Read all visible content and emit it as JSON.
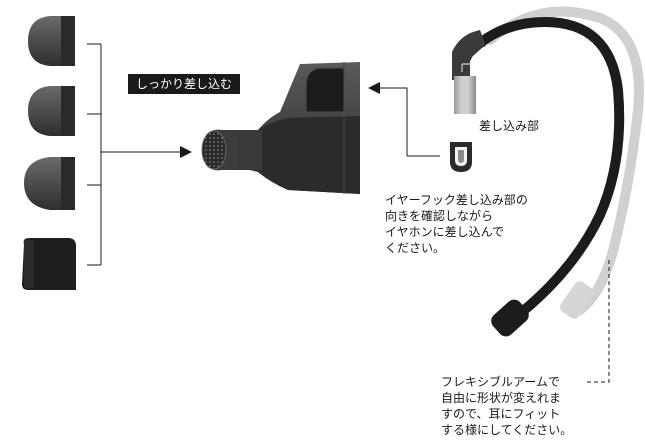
{
  "labels": {
    "insert_firmly": "しっかり差し込む",
    "insert_part": "差し込み部",
    "instruction_lines": [
      "イヤーフック差し込み部の",
      "向きを確認しながら",
      "イヤホンに差し込んで",
      "ください。"
    ],
    "arm_note_lines": [
      "フレキシブルアームで",
      "自由に形状が変えれま",
      "すので、耳にフィット",
      "する様にしてください。"
    ]
  },
  "colors": {
    "ink": "#1a1a1a",
    "tip_dark": "#3a3a3a",
    "tip_mid": "#555555",
    "hook_black": "#1c1c1c",
    "hook_grey": "#cfcfcf"
  },
  "icons": [
    "ear-tip-icon",
    "earphone-icon",
    "ear-hook-icon",
    "connector-icon",
    "arrow-icon"
  ]
}
